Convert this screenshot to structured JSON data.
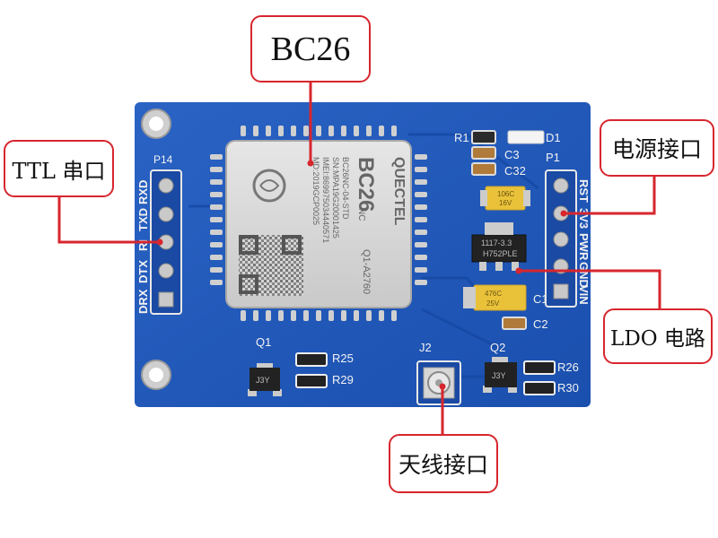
{
  "callouts": {
    "module": "BC26",
    "ttl_serial": "TTL 串口",
    "power_port": "电源接口",
    "ldo_circuit": "LDO 电路",
    "antenna_port": "天线接口"
  },
  "board": {
    "module_marking": {
      "brand": "QUECTEL",
      "model": "BC26",
      "lines": [
        "BC26NC-04-STD",
        "SN:MPA19G20001425",
        "IMEI:869975034440571",
        "MD:2019GCP0025"
      ],
      "code": "Q1-A2760",
      "nc": "NC"
    },
    "silkscreen": {
      "p14": "P14",
      "p14_pins": [
        "RXD",
        "TXD",
        "RI",
        "DTX",
        "DRX"
      ],
      "p1": "P1",
      "p1_pins": [
        "RST",
        "3V3",
        "PWR",
        "GND",
        "VIN"
      ],
      "r1": "R1",
      "d1": "D1",
      "c3": "C3",
      "c32": "C32",
      "c1": "C1",
      "c2": "C2",
      "q1": "Q1",
      "q2": "Q2",
      "j2": "J2",
      "r25": "R25",
      "r29": "R29",
      "r26": "R26",
      "r30": "R30",
      "ldo_part": "1117-3.3",
      "ldo_code": "H752PLE",
      "q_mark": "J3Y",
      "tant1": "106C",
      "tant1b": "16V",
      "tant2": "476C",
      "tant2b": "25V"
    },
    "colors": {
      "pcb": "#1f57b8",
      "pcb_dark": "#13408f",
      "silk": "#f2f2f2",
      "callout_border": "#d7262e",
      "leader": "#d7262e"
    }
  }
}
